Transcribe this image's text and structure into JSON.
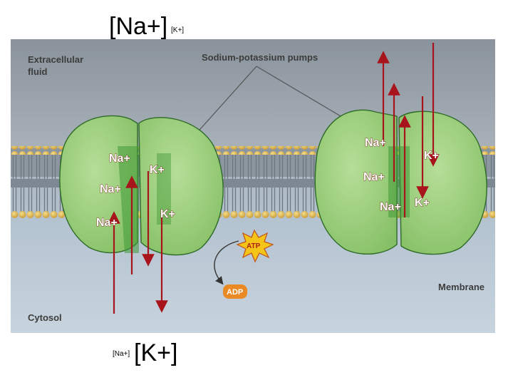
{
  "header": {
    "na_large": "[Na+]",
    "k_small": "[K+]"
  },
  "footer": {
    "na_small": "[Na+]",
    "k_large": "[K+]"
  },
  "diagram": {
    "extracellular": [
      "Extracellular",
      "fluid"
    ],
    "pumps_label": "Sodium-potassium pumps",
    "cytosol": "Cytosol",
    "membrane": "Membrane",
    "atp": "ATP",
    "adp": "ADP",
    "left_pump_ions": [
      "Na+",
      "K+",
      "Na+",
      "K+",
      "Na+"
    ],
    "right_pump_ions": [
      "Na+",
      "K+",
      "Na+",
      "Na+",
      "K+"
    ]
  },
  "colors": {
    "extracellular": "#8a939c",
    "cytosol": "#c4d2de",
    "pump": "#9ccf7e",
    "pump_dark": "#2f8a2a",
    "arrow": "#a8141c",
    "lipid_head": "#d8b04a",
    "atp": "#f4c419",
    "adp": "#e98a24"
  }
}
